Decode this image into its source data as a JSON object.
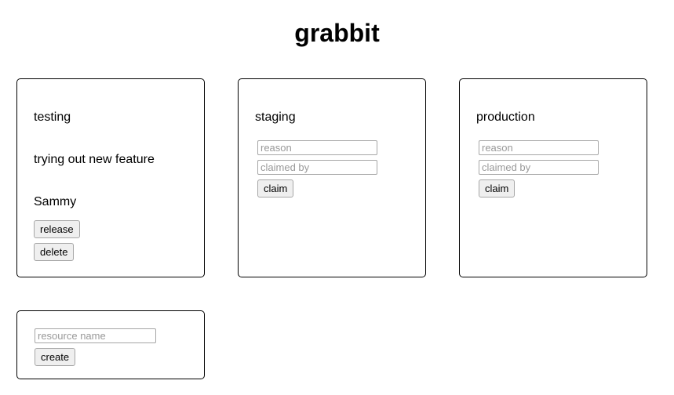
{
  "app": {
    "title": "grabbit"
  },
  "resources": [
    {
      "name": "testing",
      "state": "claimed",
      "reason": "trying out new feature",
      "claimed_by": "Sammy",
      "actions": [
        {
          "label": "release",
          "name": "release-button"
        },
        {
          "label": "delete",
          "name": "delete-button"
        }
      ]
    },
    {
      "name": "staging",
      "state": "free",
      "form": {
        "reason_placeholder": "reason",
        "reason_value": "",
        "claimed_by_placeholder": "claimed by",
        "claimed_by_value": "",
        "submit_label": "claim"
      }
    },
    {
      "name": "production",
      "state": "free",
      "form": {
        "reason_placeholder": "reason",
        "reason_value": "",
        "claimed_by_placeholder": "claimed by",
        "claimed_by_value": "",
        "submit_label": "claim"
      }
    }
  ],
  "create": {
    "name_placeholder": "resource name",
    "name_value": "",
    "submit_label": "create"
  },
  "colors": {
    "page_background": "#ffffff",
    "card_border": "#000000",
    "input_border": "#a6a6a6",
    "button_background": "#efefef",
    "button_border": "#a6a6a6",
    "text": "#000000",
    "placeholder_text": "#999999"
  }
}
